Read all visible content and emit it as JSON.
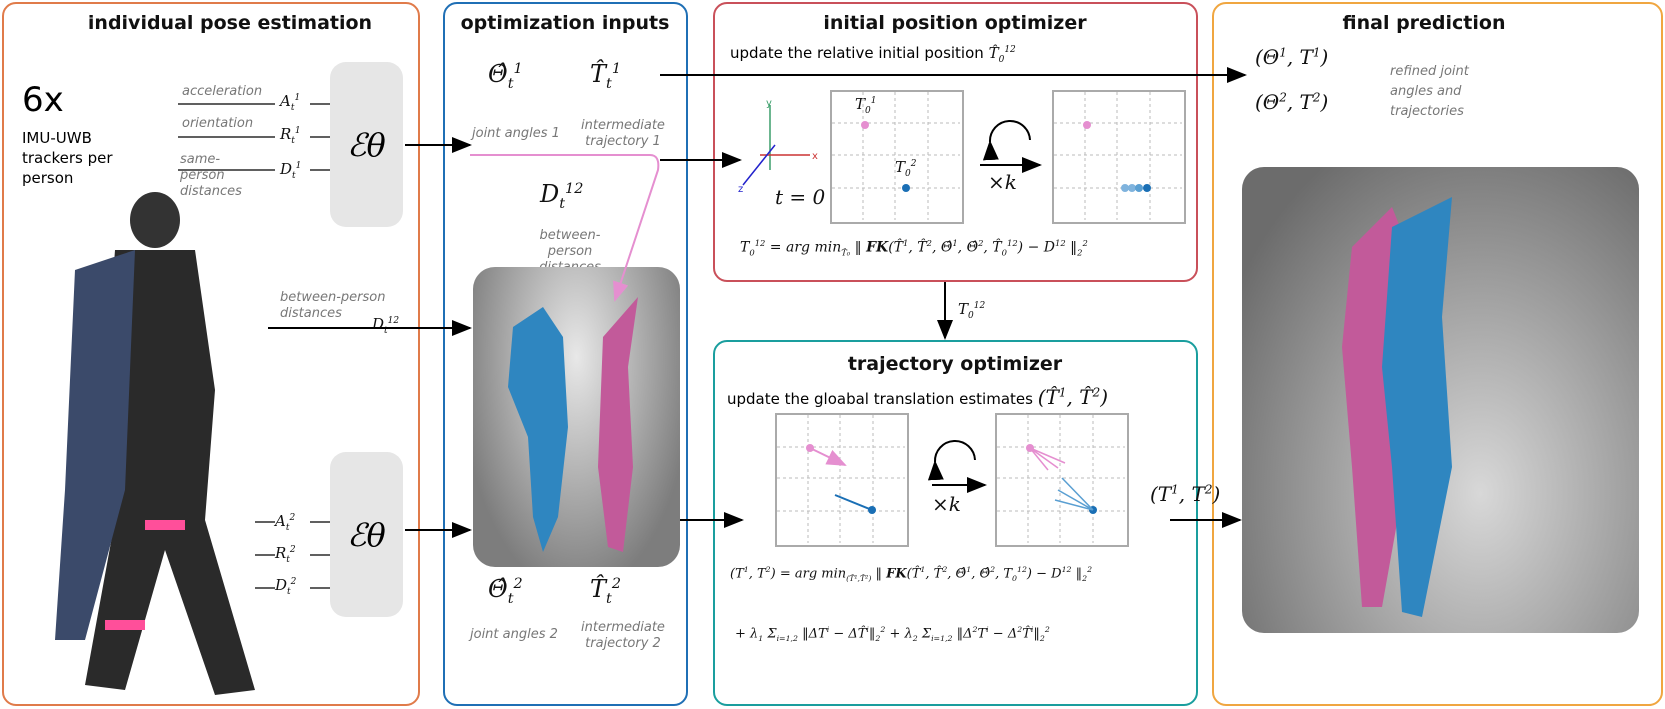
{
  "panels": {
    "pose": {
      "title": "individual pose estimation",
      "color": "#e07b4a"
    },
    "inputs": {
      "title": "optimization inputs",
      "color": "#1f6fb5"
    },
    "initial": {
      "title": "initial position optimizer",
      "subtitle": "update the relative initial position",
      "color": "#c9505a"
    },
    "trajectory": {
      "title": "trajectory optimizer",
      "subtitle": "update the gloabal translation estimates",
      "color": "#1a9e9e"
    },
    "final": {
      "title": "final prediction",
      "caption": "refined joint angles and trajectories",
      "color": "#f0a640"
    }
  },
  "pose": {
    "count": "6x",
    "desc": "IMU-UWB trackers per person",
    "labels": [
      "acceleration",
      "orientation",
      "same-person distances"
    ],
    "between": "between-person distances",
    "encoder": "ℰθ"
  },
  "inputs": {
    "joint1": "joint angles 1",
    "traj1": "intermediate trajectory 1",
    "between": "between-person distances",
    "joint2": "joint angles 2",
    "traj2": "intermediate trajectory 2"
  },
  "initial": {
    "t0": "t = 0",
    "times_k": "×k",
    "axes": [
      "x",
      "y",
      "z"
    ]
  },
  "colors": {
    "person1": "#e58fd0",
    "person2": "#1a6fb5"
  }
}
